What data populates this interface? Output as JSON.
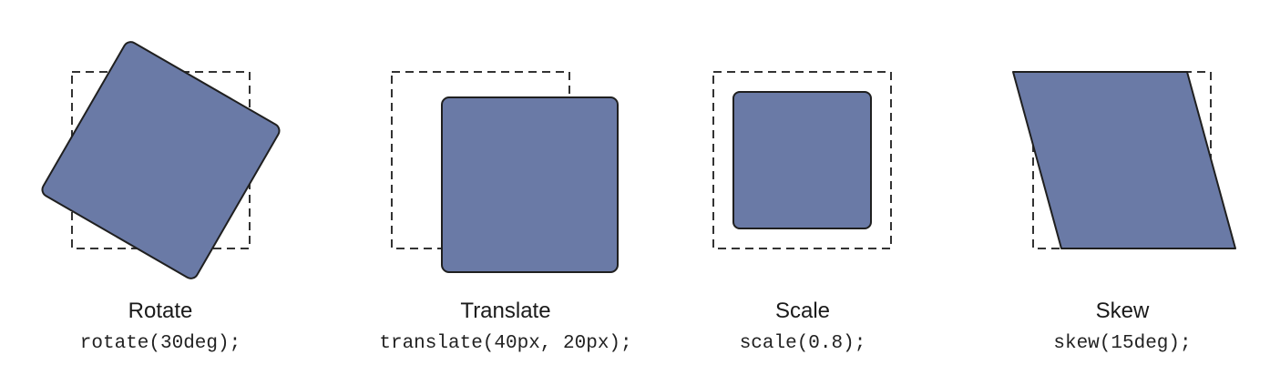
{
  "colors": {
    "shape_fill": "#6a7aa6",
    "shape_stroke": "#1f1f1f",
    "outline_stroke": "#333333"
  },
  "panels": [
    {
      "title": "Rotate",
      "code": "rotate(30deg);"
    },
    {
      "title": "Translate",
      "code": "translate(40px, 20px);"
    },
    {
      "title": "Scale",
      "code": "scale(0.8);"
    },
    {
      "title": "Skew",
      "code": "skew(15deg);"
    }
  ]
}
